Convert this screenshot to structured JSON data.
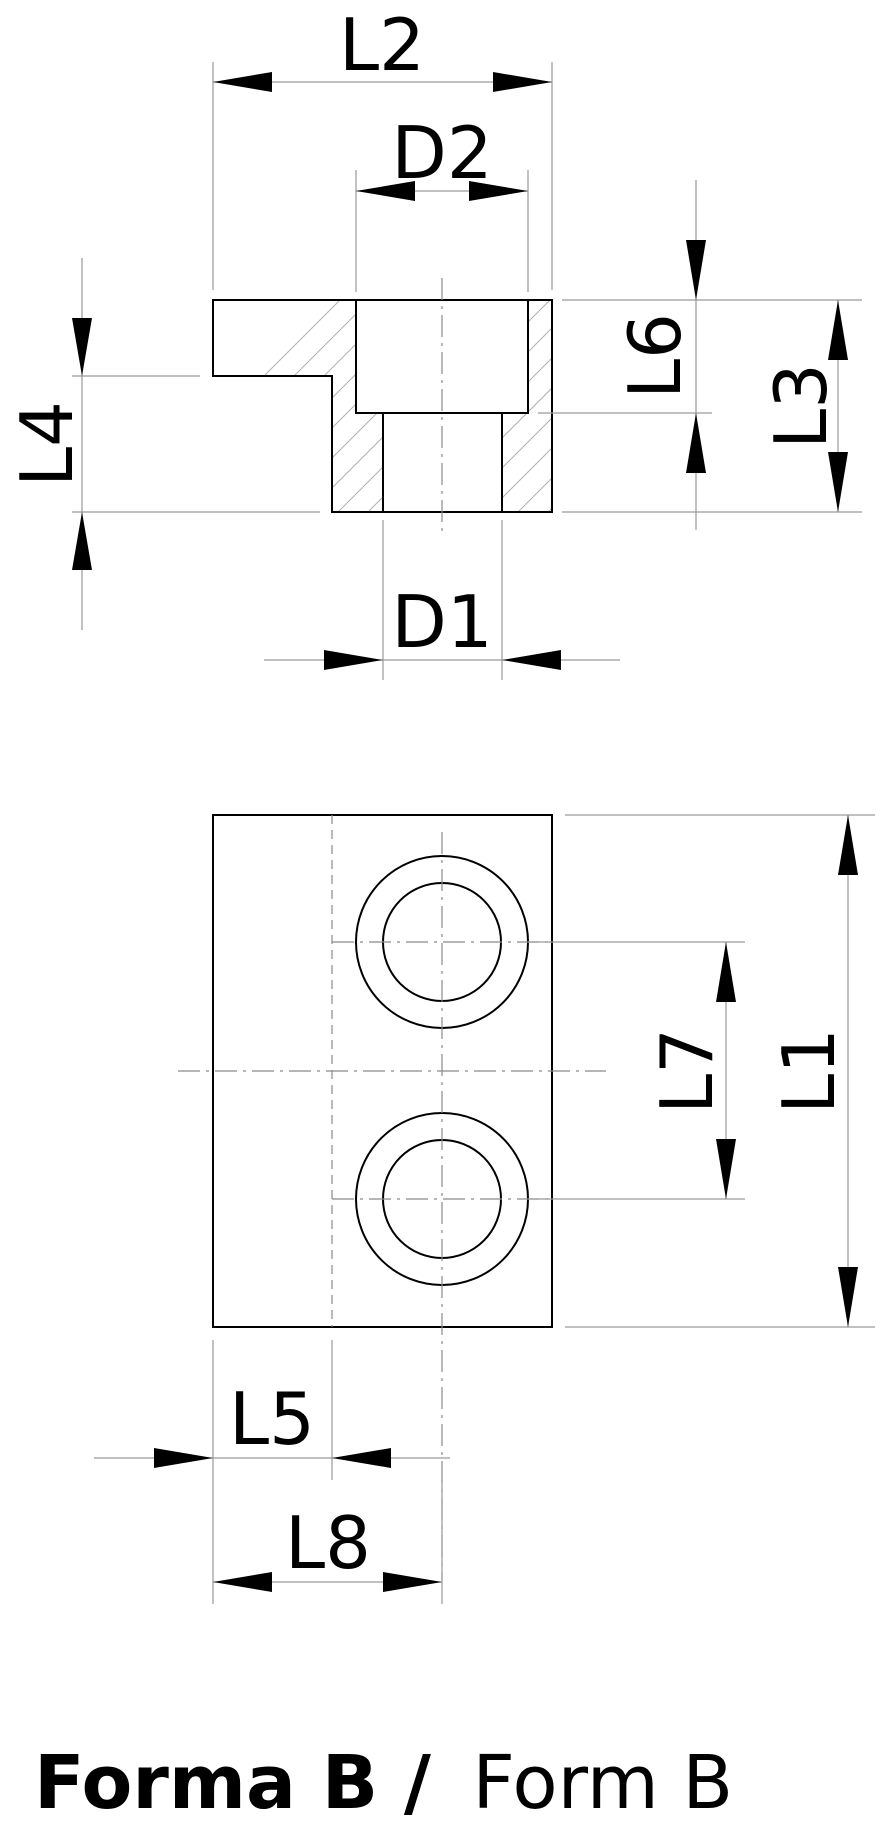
{
  "labels": {
    "L2": "L2",
    "D2": "D2",
    "L4": "L4",
    "L6": "L6",
    "L3": "L3",
    "D1": "D1",
    "L7": "L7",
    "L1": "L1",
    "L5": "L5",
    "L8": "L8"
  },
  "caption": {
    "bold": "Forma B /",
    "regular": "Form B"
  },
  "colors": {
    "line": "#000000",
    "construction": "#9a9a9a",
    "hatch": "#b0b0b0"
  }
}
